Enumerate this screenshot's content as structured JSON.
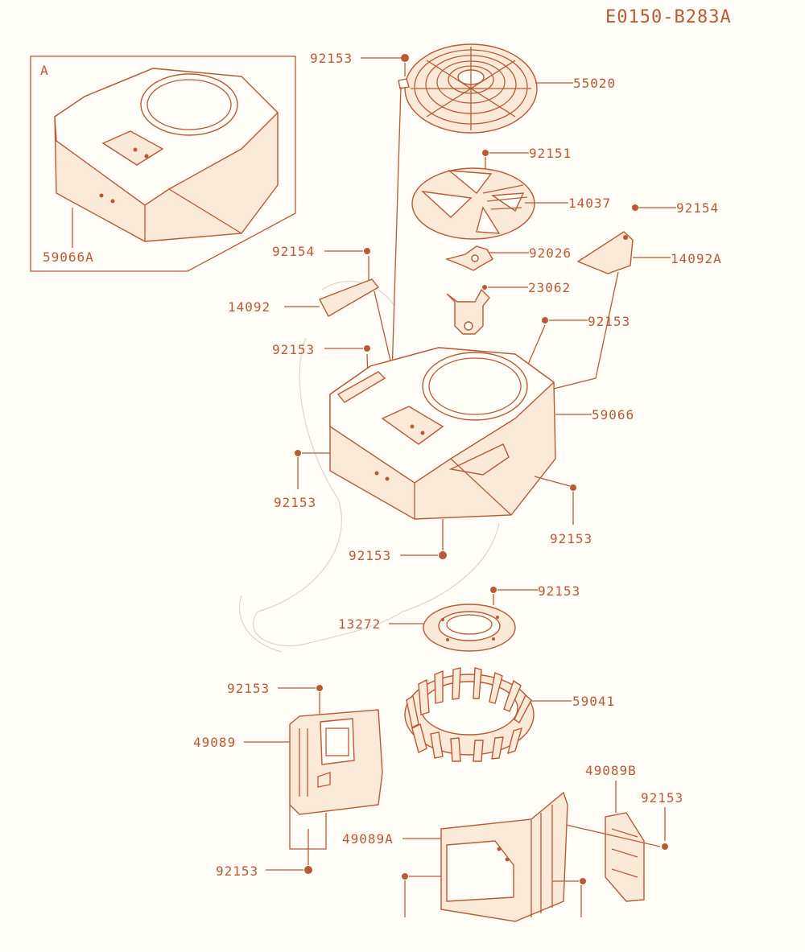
{
  "drawing_code": "E0150-B283A",
  "inset": {
    "letter": "A",
    "part": "59066A"
  },
  "colors": {
    "line": "#b85a36",
    "fill": "#fbead8",
    "background": "#fffdf6"
  },
  "labels": {
    "l92153_top": "92153",
    "l55020": "55020",
    "l92151": "92151",
    "l14037": "14037",
    "l92154_right": "92154",
    "l92154_left": "92154",
    "l92026": "92026",
    "l14092A": "14092A",
    "l14092": "14092",
    "l23062": "23062",
    "l92153_mid_right": "92153",
    "l92153_mid_left": "92153",
    "l59066": "59066",
    "l92153_housing_left": "92153",
    "l92153_housing_right": "92153",
    "l92153_housing_bottom": "92153",
    "l92153_plate": "92153",
    "l13272": "13272",
    "l92153_shroud": "92153",
    "l59041": "59041",
    "l49089": "49089",
    "l92153_shroud_bottom": "92153",
    "l49089B": "49089B",
    "l92153_right_cover": "92153",
    "l49089A": "49089A"
  }
}
